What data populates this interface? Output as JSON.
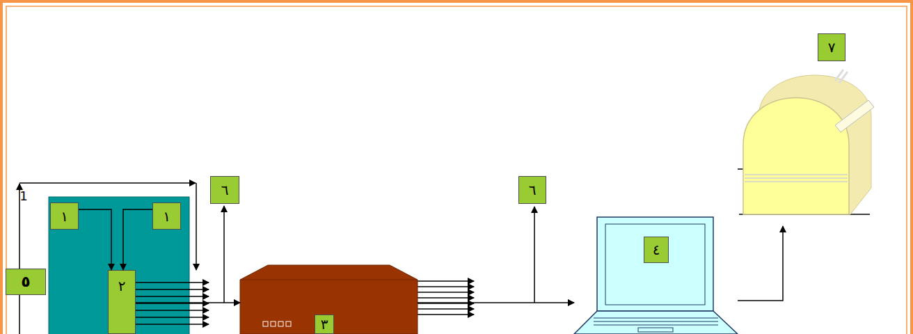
{
  "diagram": {
    "nodes": [
      {
        "text": [
          "١"
        ]
      },
      {
        "text": [
          "١"
        ]
      },
      {
        "text": [
          "٢"
        ]
      },
      {
        "text": [
          "٣"
        ]
      },
      {
        "text": [
          "٤"
        ]
      },
      {
        "text": [
          "٧"
        ]
      }
    ],
    "edges": [
      {
        "from": 0,
        "to": 2,
        "arrow": "to"
      },
      {
        "from": 1,
        "to": 2,
        "arrow": "to"
      },
      {
        "from": 2,
        "to": 3,
        "arrow": "to"
      },
      {
        "from": 3,
        "to": 4,
        "arrow": "to"
      },
      {
        "from": 4,
        "to": 5,
        "arrow": "to"
      }
    ],
    "labels": [
      "1",
      "٥",
      "٦",
      "٦"
    ]
  }
}
